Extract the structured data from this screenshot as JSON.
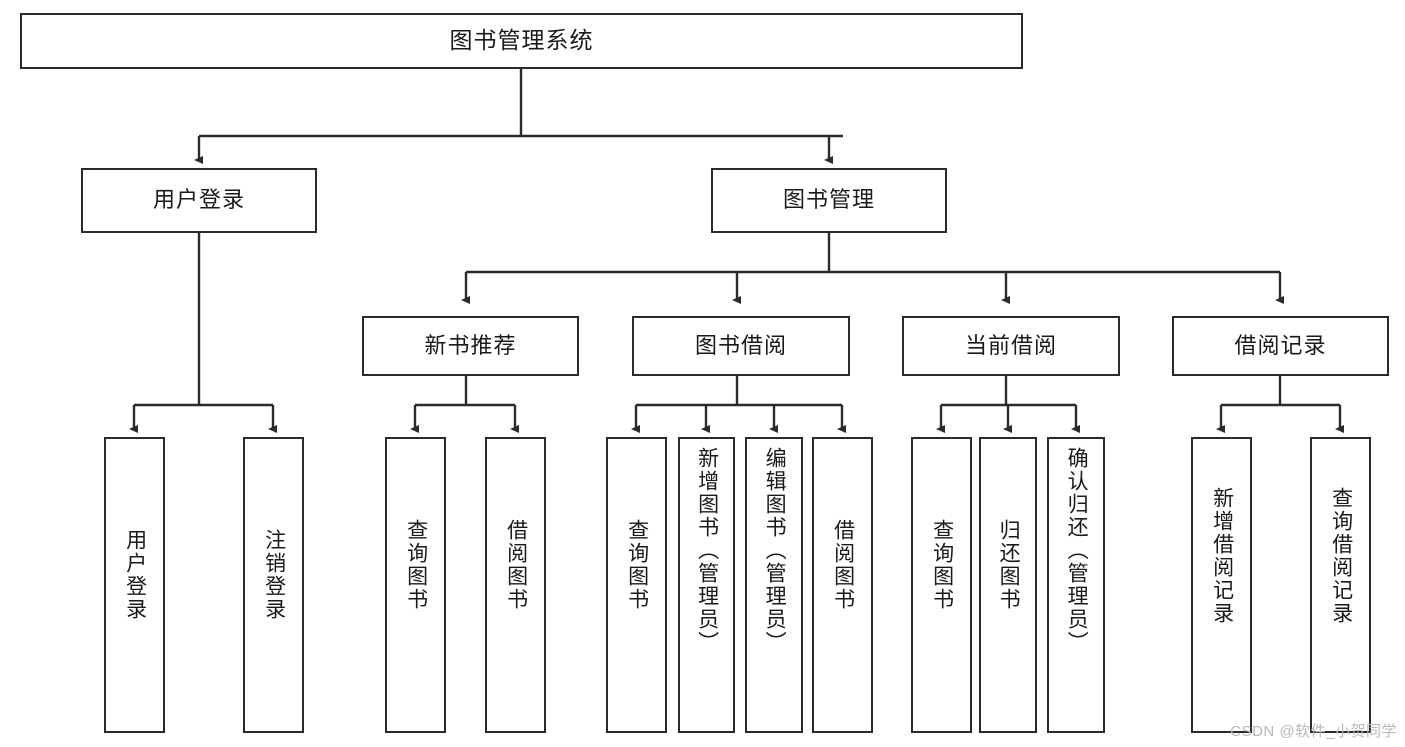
{
  "diagram": {
    "title": "图书管理系统",
    "watermark": "CSDN @软件_小贺同学",
    "line_color": "#2b2b2b",
    "box_fill": "#ffffff",
    "text_color": "#1a1a1a",
    "levels": {
      "root": {
        "label": "图书管理系统"
      },
      "level2": [
        {
          "label": "用户登录"
        },
        {
          "label": "图书管理"
        }
      ],
      "level3": [
        {
          "label": "新书推荐"
        },
        {
          "label": "图书借阅"
        },
        {
          "label": "当前借阅"
        },
        {
          "label": "借阅记录"
        }
      ],
      "leaves": [
        {
          "label": "用户登录",
          "parent": "用户登录"
        },
        {
          "label": "注销登录",
          "parent": "用户登录"
        },
        {
          "label": "查询图书",
          "parent": "新书推荐"
        },
        {
          "label": "借阅图书",
          "parent": "新书推荐"
        },
        {
          "label": "查询图书",
          "parent": "图书借阅"
        },
        {
          "label": "新增图书（管理员）",
          "parent": "图书借阅"
        },
        {
          "label": "编辑图书（管理员）",
          "parent": "图书借阅"
        },
        {
          "label": "借阅图书",
          "parent": "图书借阅"
        },
        {
          "label": "查询图书",
          "parent": "当前借阅"
        },
        {
          "label": "归还图书",
          "parent": "当前借阅"
        },
        {
          "label": "确认归还（管理员）",
          "parent": "当前借阅"
        },
        {
          "label": "新增借阅记录",
          "parent": "借阅记录"
        },
        {
          "label": "查询借阅记录",
          "parent": "借阅记录"
        }
      ]
    }
  }
}
